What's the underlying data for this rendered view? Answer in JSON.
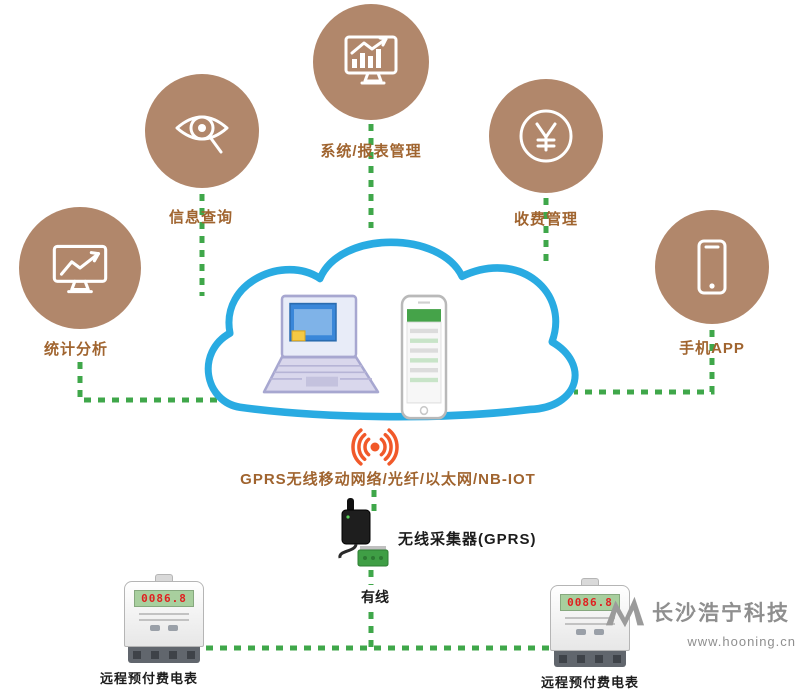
{
  "colors": {
    "circle_fill": "#b1876b",
    "label_brown": "#a0642f",
    "cloud_blue": "#29abe2",
    "connector_green": "#3fa74a",
    "wifi_orange": "#f1592a",
    "dark_text": "#1c1c1c",
    "watermark_gray": "#8f8f8f",
    "lcd_green": "#a8cf9e",
    "lcd_digit_red": "#e02020"
  },
  "nodes": [
    {
      "id": "stats",
      "label": "统计分析",
      "icon": "monitor-linechart-icon"
    },
    {
      "id": "info",
      "label": "信息查询",
      "icon": "eye-search-icon"
    },
    {
      "id": "system",
      "label": "系统/报表管理",
      "icon": "monitor-barchart-icon"
    },
    {
      "id": "fees",
      "label": "收费管理",
      "icon": "yuan-sign-icon"
    },
    {
      "id": "app",
      "label": "手机APP",
      "icon": "smartphone-icon"
    }
  ],
  "network": {
    "label": "GPRS无线移动网络/光纤/以太网/NB-IOT"
  },
  "collector": {
    "label": "无线采集器(GPRS)"
  },
  "wired": {
    "label": "有线"
  },
  "meters": [
    {
      "label": "远程预付费电表",
      "display": "0086.8"
    },
    {
      "label": "远程预付费电表",
      "display": "0086.8"
    }
  ],
  "watermark": {
    "company": "长沙浩宁科技",
    "url": "www.hooning.cn"
  }
}
